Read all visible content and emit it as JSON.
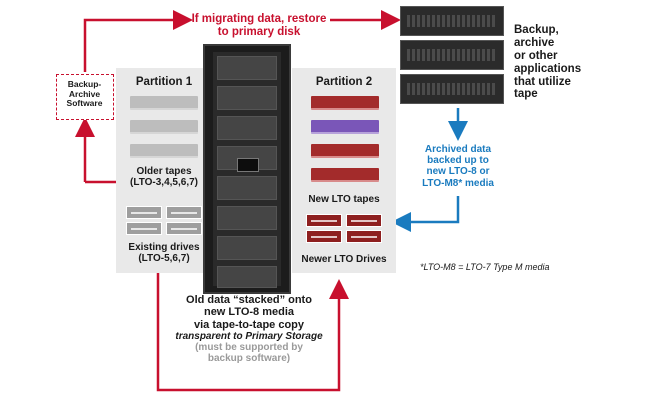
{
  "top_note": {
    "line1": "If migrating data, restore",
    "line2": "to primary disk"
  },
  "backup_archive_software": {
    "line1": "Backup-",
    "line2": "Archive",
    "line3": "Software"
  },
  "partition1": {
    "title": "Partition 1",
    "tapes_label_line1": "Older tapes",
    "tapes_label_line2": "(LTO-3,4,5,6,7)",
    "drives_label_line1": "Existing drives",
    "drives_label_line2": "(LTO-5,6,7)"
  },
  "partition2": {
    "title": "Partition 2",
    "tapes_label": "New LTO tapes",
    "drives_label": "Newer LTO Drives"
  },
  "applications": {
    "line1": "Backup,",
    "line2": "archive",
    "line3": "or other",
    "line4": "applications",
    "line5": "that utilize",
    "line6": "tape"
  },
  "archived_note": {
    "line1": "Archived data",
    "line2": "backed up to",
    "line3": "new LTO-8 or",
    "line4": "LTO-M8* media"
  },
  "footnote": "*LTO-M8 = LTO-7 Type M media",
  "bottom_note": {
    "line1": "Old data “stacked” onto",
    "line2": "new LTO-8 media",
    "line3": "via tape-to-tape copy",
    "line4": "transparent to Primary Storage",
    "line5": "(must be supported by",
    "line6": "backup software)"
  },
  "colors": {
    "red": "#c8102e",
    "blue": "#1a7bbf",
    "partition_bg": "#e9e9e9",
    "old_tape": "#bdbdbd",
    "new_tape": "#a32b2b",
    "new_tape_alt": "#7a56b8",
    "old_drive": "#9e9e9e",
    "new_drive": "#8e1f1f",
    "library": "#1c1c1c"
  }
}
